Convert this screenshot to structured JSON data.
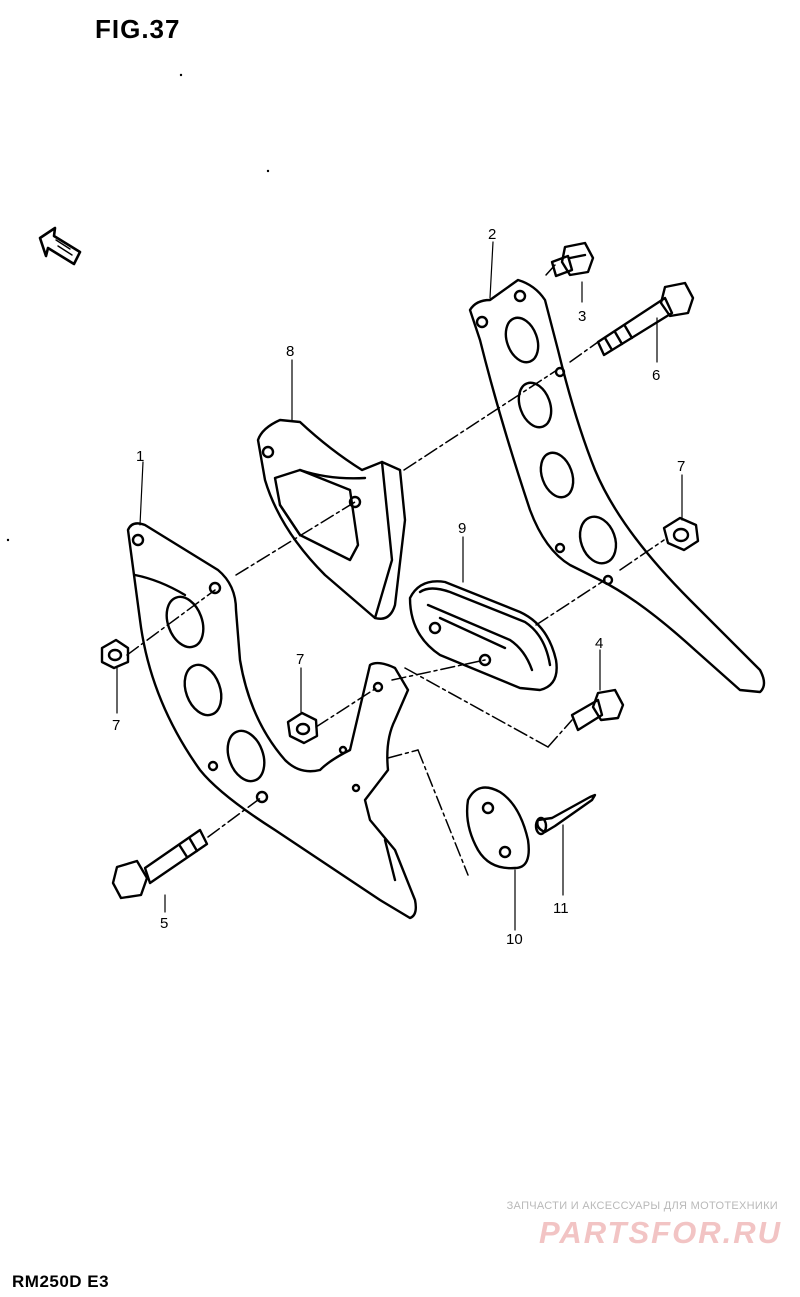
{
  "figure": {
    "title": "FIG.37",
    "model_code": "RM250D  E3"
  },
  "callouts": [
    "1",
    "2",
    "3",
    "4",
    "5",
    "6",
    "7",
    "7",
    "7",
    "8",
    "9",
    "10",
    "11"
  ],
  "watermark": {
    "tagline": "ЗАПЧАСТИ И АКСЕССУАРЫ ДЛЯ МОТОТЕХНИКИ",
    "logo": "PARTSFOR.RU",
    "logo_color": "#f2c4c4"
  },
  "icons": {
    "front_arrow": "front-direction-arrow-icon"
  }
}
